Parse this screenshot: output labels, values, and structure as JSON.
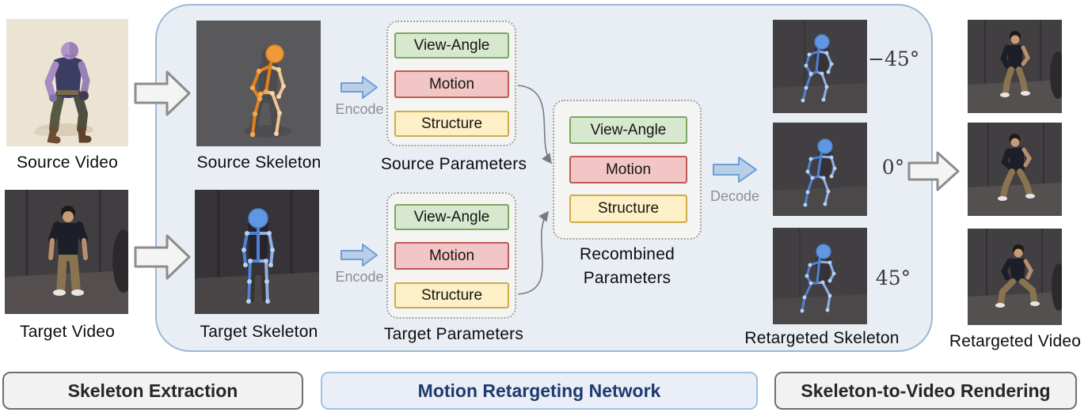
{
  "left_column": {
    "source_video_label": "Source Video",
    "target_video_label": "Target Video"
  },
  "network": {
    "source_skeleton_label": "Source Skeleton",
    "target_skeleton_label": "Target Skeleton",
    "encode_label": "Encode",
    "decode_label": "Decode",
    "source_parameters": {
      "title": "Source Parameters",
      "chips": [
        "View-Angle",
        "Motion",
        "Structure"
      ]
    },
    "target_parameters": {
      "title": "Target Parameters",
      "chips": [
        "View-Angle",
        "Motion",
        "Structure"
      ]
    },
    "recombined_parameters": {
      "title_line1": "Recombined",
      "title_line2": "Parameters",
      "chips": [
        "View-Angle",
        "Motion",
        "Structure"
      ]
    },
    "retargeted": {
      "angles": [
        "−45°",
        "0°",
        "45°"
      ],
      "label": "Retargeted Skeleton"
    }
  },
  "right_column": {
    "retargeted_video_label": "Retargeted Video"
  },
  "stage_bar": [
    {
      "label": "Skeleton Extraction"
    },
    {
      "label": "Motion Retargeting Network"
    },
    {
      "label": "Skeleton-to-Video Rendering"
    }
  ],
  "colors": {
    "network_fill": "#e9eef5",
    "network_border": "#9cb9d5",
    "view_angle_fill": "#d8e8ce",
    "view_angle_border": "#7ca761",
    "motion_fill": "#f2c6c4",
    "motion_border": "#bd5b57",
    "structure_fill": "#fdf0c6",
    "structure_border": "#d2ab49",
    "stage_blue_text": "#1e3a6e",
    "source_skeleton_accent": "#e2801e",
    "target_skeleton_accent": "#4d82d6"
  }
}
